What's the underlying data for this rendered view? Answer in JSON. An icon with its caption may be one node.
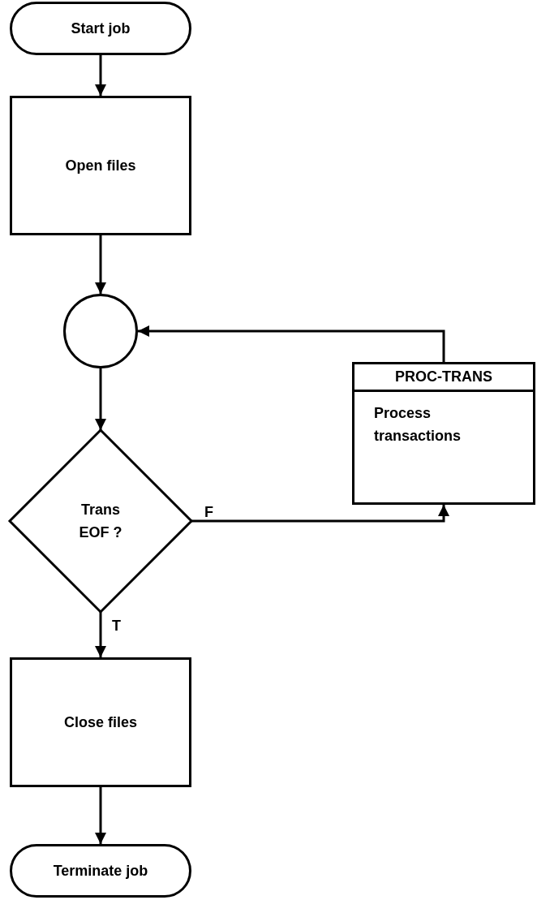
{
  "diagram": {
    "nodes": [
      {
        "text": [
          "Start job"
        ]
      },
      {
        "text": [
          "Open files"
        ]
      },
      {
        "text": [],
        "shape": "circle"
      },
      {
        "text": [
          "Trans EOF ?"
        ]
      },
      {
        "text": [
          "PROC-TRANS",
          "Process transactions"
        ]
      },
      {
        "text": [
          "Close files"
        ]
      },
      {
        "text": [
          "Terminate job"
        ]
      }
    ],
    "edges": [
      {
        "from": 0,
        "to": 1,
        "arrow": "to"
      },
      {
        "from": 1,
        "to": 2,
        "arrow": "to"
      },
      {
        "from": 2,
        "to": 3,
        "arrow": "to"
      },
      {
        "from": 3,
        "to": 4,
        "arrow": "to",
        "label": "F"
      },
      {
        "from": 4,
        "to": 2,
        "arrow": "to"
      },
      {
        "from": 3,
        "to": 5,
        "arrow": "to",
        "label": "T"
      },
      {
        "from": 5,
        "to": 6,
        "arrow": "to"
      }
    ]
  }
}
